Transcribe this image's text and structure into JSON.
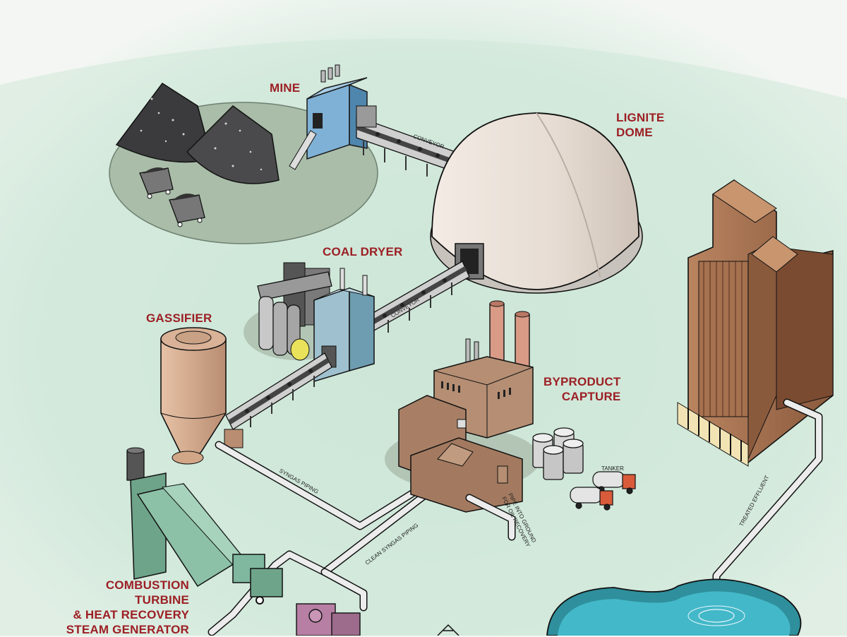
{
  "labels": {
    "mine": "MINE",
    "lignite_dome_line1": "LIGNITE",
    "lignite_dome_line2": "DOME",
    "coal_dryer": "COAL DRYER",
    "gassifier": "GASSIFIER",
    "byproduct_line1": "BYPRODUCT",
    "byproduct_line2": "CAPTURE",
    "combustion_line1": "COMBUSTION TURBINE",
    "combustion_line2": "& HEAT RECOVERY",
    "combustion_line3": "STEAM GENERATOR"
  },
  "small_labels": {
    "conveyor_1": "CONVEYOR",
    "conveyor_2": "CONVEYOR",
    "syngas_piping": "SYNGAS PIPING",
    "clean_syngas_piping": "CLEAN SYNGAS PIPING",
    "pipe_into_ground_line1": "PIPE INTO GROUND",
    "pipe_into_ground_line2": "FOR OIL RECOVERY",
    "tanker": "TANKER",
    "treated_effluent": "TREATED EFFLUENT"
  },
  "colors": {
    "ground": "#cfe7d9",
    "label_red": "#9c1f24",
    "dome": "#ece3da",
    "brick": "#a5714f",
    "factory": "#b58e73",
    "pipe": "#e9e9e9",
    "pond": "#43b8c9",
    "turbine": "#7fb79f"
  }
}
